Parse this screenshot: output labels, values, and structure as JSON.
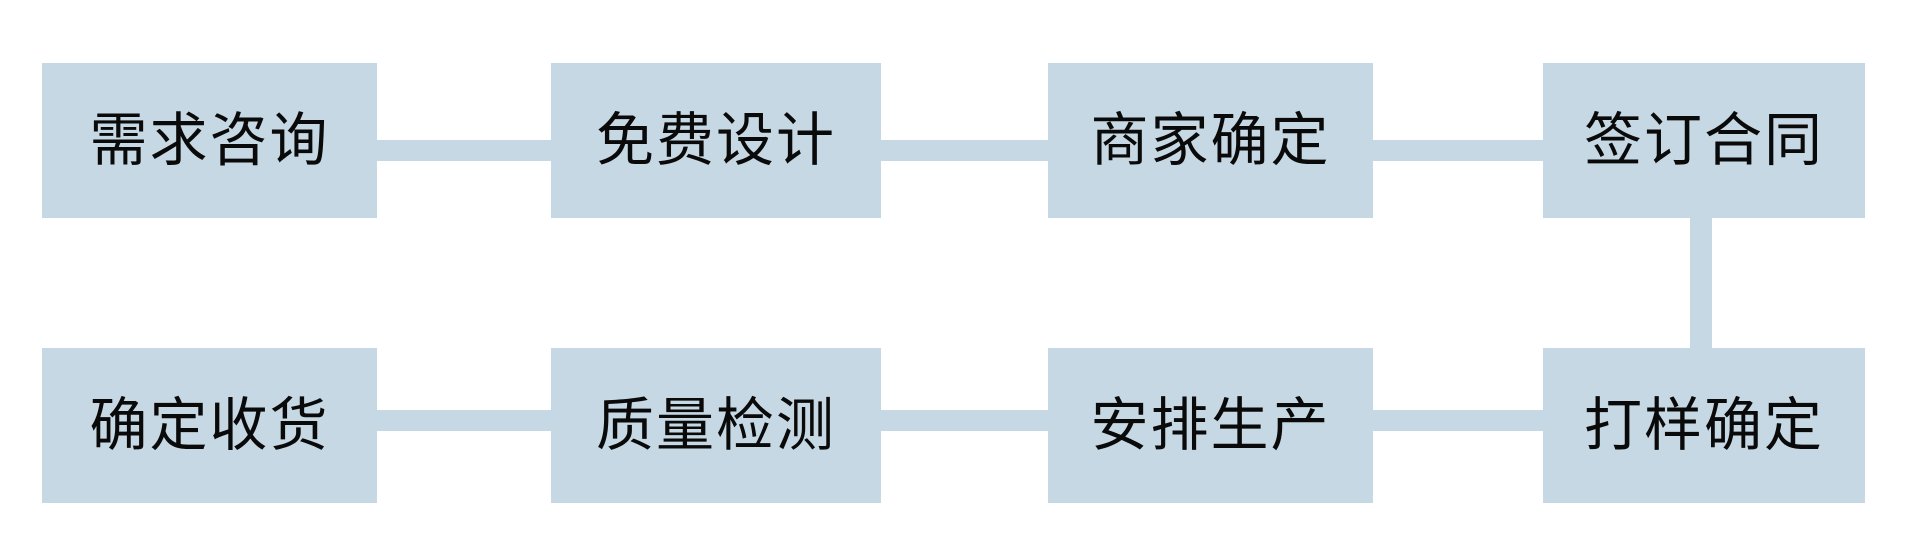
{
  "diagram": {
    "title": "",
    "type": "process-flow",
    "colors": {
      "node_fill": "#c6d8e3",
      "connector": "#c6d8e3",
      "text": "#0a0a0a",
      "background": "#ffffff"
    },
    "rows": [
      {
        "id": "row-top",
        "nodes": [
          {
            "id": "node-1",
            "label": "需求咨询"
          },
          {
            "id": "node-2",
            "label": "免费设计"
          },
          {
            "id": "node-3",
            "label": "商家确定"
          },
          {
            "id": "node-4",
            "label": "签订合同"
          }
        ]
      },
      {
        "id": "row-bottom",
        "nodes": [
          {
            "id": "node-8",
            "label": "确定收货"
          },
          {
            "id": "node-7",
            "label": "质量检测"
          },
          {
            "id": "node-6",
            "label": "安排生产"
          },
          {
            "id": "node-5",
            "label": "打样确定"
          }
        ]
      }
    ],
    "connectors": [
      {
        "id": "connector-1-2",
        "orientation": "horizontal"
      },
      {
        "id": "connector-2-3",
        "orientation": "horizontal"
      },
      {
        "id": "connector-3-4",
        "orientation": "horizontal"
      },
      {
        "id": "connector-4-5",
        "orientation": "vertical"
      },
      {
        "id": "connector-5-6",
        "orientation": "horizontal"
      },
      {
        "id": "connector-6-7",
        "orientation": "horizontal"
      },
      {
        "id": "connector-7-8",
        "orientation": "horizontal"
      }
    ],
    "flow_order": [
      "需求咨询",
      "免费设计",
      "商家确定",
      "签订合同",
      "打样确定",
      "安排生产",
      "质量检测",
      "确定收货"
    ]
  }
}
